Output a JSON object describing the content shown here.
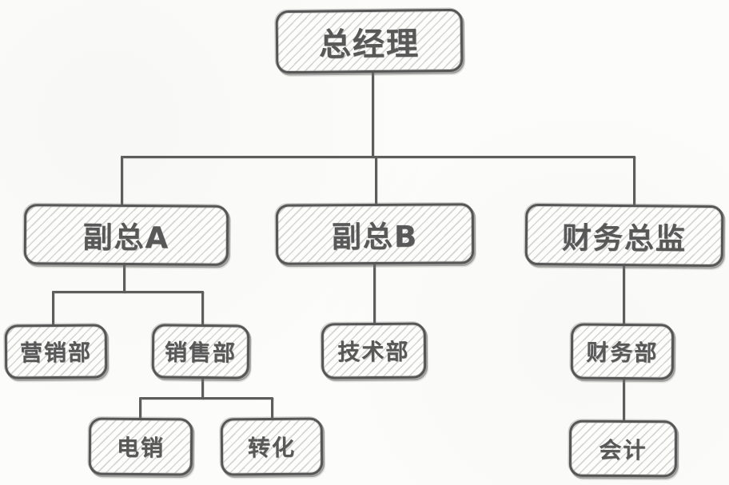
{
  "diagram": {
    "type": "org-chart",
    "style_name": "hand-drawn-sketch",
    "colors": {
      "ink": "#565656",
      "paper": "#fcfcfa",
      "hatch": "#8f8f8f"
    },
    "nodes": {
      "ceo": {
        "label": "总经理",
        "level": 1,
        "parent": null
      },
      "vp_a": {
        "label": "副总A",
        "level": 2,
        "parent": "总经理"
      },
      "vp_b": {
        "label": "副总B",
        "level": 2,
        "parent": "总经理"
      },
      "cfo": {
        "label": "财务总监",
        "level": 2,
        "parent": "总经理"
      },
      "marketing": {
        "label": "营销部",
        "level": 3,
        "parent": "副总A"
      },
      "sales": {
        "label": "销售部",
        "level": 3,
        "parent": "副总A"
      },
      "tech": {
        "label": "技术部",
        "level": 3,
        "parent": "副总B"
      },
      "finance": {
        "label": "财务部",
        "level": 3,
        "parent": "财务总监"
      },
      "telesales": {
        "label": "电销",
        "level": 4,
        "parent": "销售部"
      },
      "conversion": {
        "label": "转化",
        "level": 4,
        "parent": "销售部"
      },
      "accounting": {
        "label": "会计",
        "level": 4,
        "parent": "财务部"
      }
    },
    "edges": [
      {
        "from": "总经理",
        "to": "副总A"
      },
      {
        "from": "总经理",
        "to": "副总B"
      },
      {
        "from": "总经理",
        "to": "财务总监"
      },
      {
        "from": "副总A",
        "to": "营销部"
      },
      {
        "from": "副总A",
        "to": "销售部"
      },
      {
        "from": "副总B",
        "to": "技术部"
      },
      {
        "from": "财务总监",
        "to": "财务部"
      },
      {
        "from": "销售部",
        "to": "电销"
      },
      {
        "from": "销售部",
        "to": "转化"
      },
      {
        "from": "财务部",
        "to": "会计"
      }
    ]
  }
}
